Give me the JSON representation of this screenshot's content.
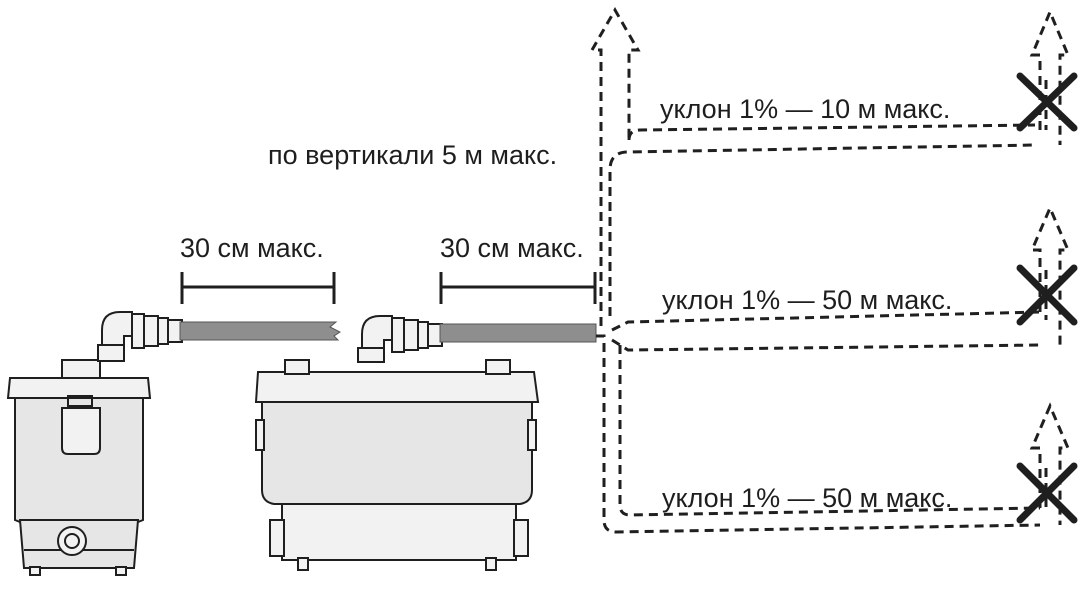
{
  "labels": {
    "left_span": "30 см макс.",
    "right_span": "30 см макс.",
    "vertical": "по вертикали 5 м макс.",
    "slope_top": "уклон 1% — 10 м макс.",
    "slope_middle": "уклон 1% — 50 м макс.",
    "slope_bottom": "уклон 1% — 50 м макс."
  },
  "colors": {
    "line": "#1f1f1f",
    "pipe": "#8e8e8e",
    "unit_body": "#e6e6e6"
  },
  "icons": [
    "up-arrow-icon",
    "cross-icon"
  ]
}
